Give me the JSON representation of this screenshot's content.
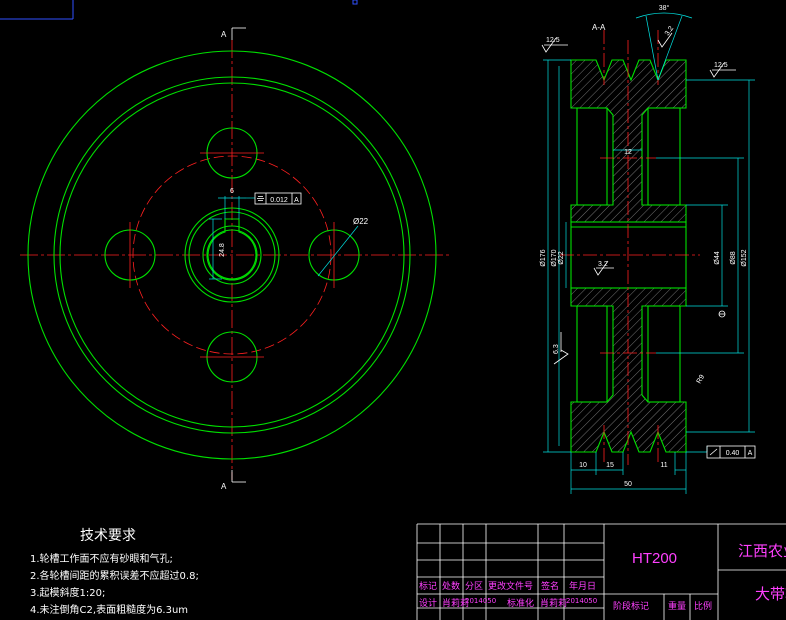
{
  "section": {
    "label": "A-A",
    "arrow_label": "A"
  },
  "dims": {
    "angle": "38°",
    "rough_12_5_left": "12.5",
    "rough_12_5_right": "12.5",
    "rough_3_2_top": "3.2",
    "rough_3_2_mid": "3.2",
    "rough_6_3": "6.3",
    "hub_width": "12",
    "d176": "Ø176",
    "d170": "Ø170",
    "d22_left": "Ø22",
    "d44": "Ø44",
    "d88": "Ø88",
    "d152": "Ø152",
    "r9": "R9",
    "w10": "10",
    "w15": "15",
    "w11": "11",
    "w50": "50",
    "runout": "0.40",
    "runout_datum": "A",
    "hole_d22": "Ø22",
    "key_width": "6",
    "key_height": "24.8",
    "sym_tol": "0.012",
    "sym_datum": "A"
  },
  "notes": {
    "title": "技术要求",
    "items": [
      "1.轮槽工作面不应有砂眼和气孔;",
      "2.各轮槽间距的累积误差不应超过0.8;",
      "3.起模斜度1:20;",
      "4.未注倒角C2,表面粗糙度为6.3um"
    ]
  },
  "title_block": {
    "material": "HT200",
    "org": "江西农业",
    "part": "大带轮",
    "row1": [
      "标记",
      "处数",
      "分区",
      "更改文件号",
      "签名",
      "年月日"
    ],
    "row2": [
      "设计",
      "肖莉莉",
      "2014050",
      "标准化",
      "肖莉莉",
      "2014050"
    ],
    "stage_label": "阶段标记",
    "weight_label": "重量",
    "scale_label": "比例"
  }
}
